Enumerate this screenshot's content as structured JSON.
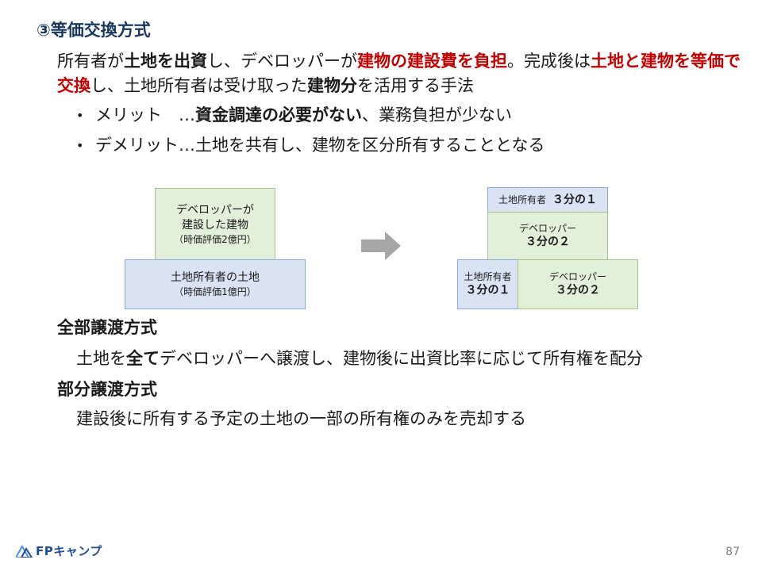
{
  "title": "③等価交換方式",
  "intro": {
    "p1": "所有者が",
    "p2": "土地を出資",
    "p3": "し、デベロッパーが",
    "p4": "建物の建設費を負担",
    "p5": "。完成後は",
    "p6": "土地と建物を等価で交換",
    "p7": "し、土地所有者は受け取った",
    "p8": "建物分",
    "p9": "を活用する手法"
  },
  "bullets": [
    {
      "bullet": "•",
      "lead": "メリット　…",
      "bold": "資金調達の必要がない",
      "tail": "、業務負担が少ない"
    },
    {
      "bullet": "•",
      "text": "デメリット…土地を共有し、建物を区分所有することとなる"
    }
  ],
  "diagram_left": {
    "building": {
      "line1": "デベロッパーが",
      "line2": "建設した建物",
      "line3": "（時価評価2億円）"
    },
    "land": {
      "line1": "土地所有者の土地",
      "line2": "（時価評価1億円）"
    }
  },
  "diagram_right": {
    "top_owner": {
      "name": "土地所有者",
      "share": "３分の１"
    },
    "mid_dev": {
      "line1": "デベロッパー",
      "line2": "３分の２"
    },
    "bottom_owner": {
      "line1": "土地所有者",
      "line2": "３分の１"
    },
    "bottom_dev": {
      "line1": "デベロッパー",
      "line2": "３分の２"
    }
  },
  "section1": {
    "heading": "全部譲渡方式",
    "t1": "土地を",
    "t2": "全て",
    "t3": "デベロッパーへ譲渡し、建物後に出資比率に応じて所有権を配分"
  },
  "section2": {
    "heading": "部分譲渡方式",
    "text": "建設後に所有する予定の土地の一部の所有権のみを売却する"
  },
  "footer": {
    "logo": "FPキャンプ",
    "page": "87"
  },
  "colors": {
    "title": "#17375e",
    "emphasis": "#c00000",
    "green": "#e2efd9",
    "blue": "#dae3f3",
    "logo": "#1f4e9c"
  },
  "icons": {
    "arrow": "right-arrow-icon",
    "logo": "fp-camp-logo-icon"
  }
}
